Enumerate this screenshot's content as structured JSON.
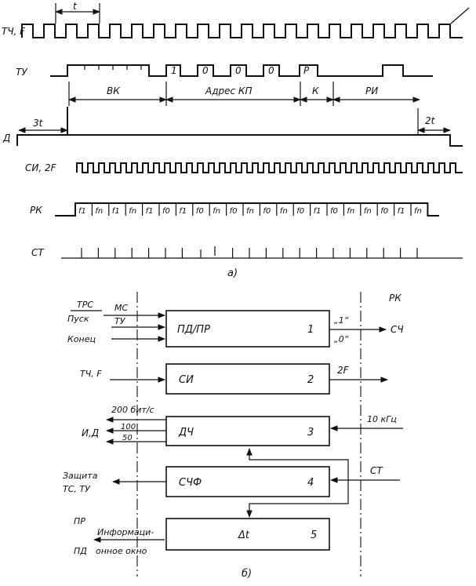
{
  "timing": {
    "signals": {
      "tch": "ТЧ, F",
      "tu": "ТУ",
      "d": "Д",
      "si": "СИ, 2F",
      "rk": "РК",
      "st": "СТ"
    },
    "period": "t",
    "tu_bits": [
      "1",
      "0",
      "0",
      "0",
      "Р"
    ],
    "segments": [
      "ВК",
      "Адрес КП",
      "К",
      "РИ"
    ],
    "delay_start": "3t",
    "delay_end": "2t",
    "rk_cells": [
      "f1",
      "fn",
      "f1",
      "fn",
      "f1",
      "f0",
      "f1",
      "f0",
      "fn",
      "f0",
      "fn",
      "f0",
      "fn",
      "f0",
      "f1",
      "f0",
      "fn",
      "fn",
      "f0",
      "f1",
      "fn"
    ],
    "caption": "а)"
  },
  "block": {
    "inputs": {
      "trs": "ТРС",
      "pusk": "Пуск",
      "ms": "МС",
      "tu": "ТУ",
      "konec": "Конец",
      "tch": "ТЧ, F",
      "pr": "ПР",
      "pd": "ПД",
      "info1": "Информаци-",
      "info2": "онное окно"
    },
    "blocks": [
      {
        "label": "ПД/ПР",
        "num": "1"
      },
      {
        "label": "СИ",
        "num": "2"
      },
      {
        "label": "ДЧ",
        "num": "3"
      },
      {
        "label": "СЧФ",
        "num": "4"
      },
      {
        "label": "Δt",
        "num": "5"
      }
    ],
    "outputs": {
      "one": "„1“",
      "zero": "„0“",
      "rk": "РК",
      "sch": "СЧ",
      "twoF": "2F",
      "f10k": "10 кГц",
      "st": "СТ",
      "bits200": "200 бит/с",
      "b100": "100",
      "b50": "50",
      "id": "И,Д",
      "zash1": "Защита",
      "zash2": "ТС, ТУ"
    },
    "caption": "б)"
  }
}
